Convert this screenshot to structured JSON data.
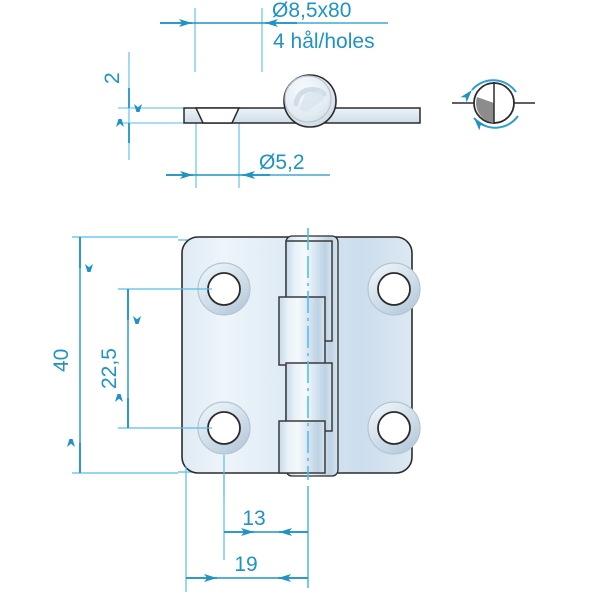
{
  "drawing": {
    "title": "hinge-technical-drawing",
    "views": [
      {
        "name": "side-section-view",
        "label": "side-section-view"
      },
      {
        "name": "end-rotation-view",
        "label": "end-rotation-view"
      },
      {
        "name": "front-view",
        "label": "front-view"
      }
    ],
    "colors": {
      "dimension_blue": "#1f93c6",
      "centerline_blue": "#56bde8",
      "outline_dark": "#2b2b2b",
      "metal_light": "#eef4f8",
      "metal_mid": "#c9dced",
      "metal_shadow": "#9fb3c4",
      "background": "#ffffff"
    },
    "annotations": {
      "hole_diameter_top": "Ø8,5x80",
      "hole_count_note": "4 hål/holes",
      "hole_diameter_bottom": "Ø5,2",
      "thickness": "2",
      "height_overall": "40",
      "height_hole_spacing": "22,5",
      "width_to_centerline": "13",
      "width_hole_offset": "19"
    }
  },
  "chart_data": {
    "type": "table",
    "title": "Hinge dimensions (mm)",
    "categories": [
      "Ø8,5x80",
      "4 hål/holes",
      "Ø5,2",
      "2",
      "40",
      "22,5",
      "13",
      "19"
    ],
    "values": [
      8.5,
      4,
      5.2,
      2,
      40,
      22.5,
      13,
      19
    ]
  }
}
